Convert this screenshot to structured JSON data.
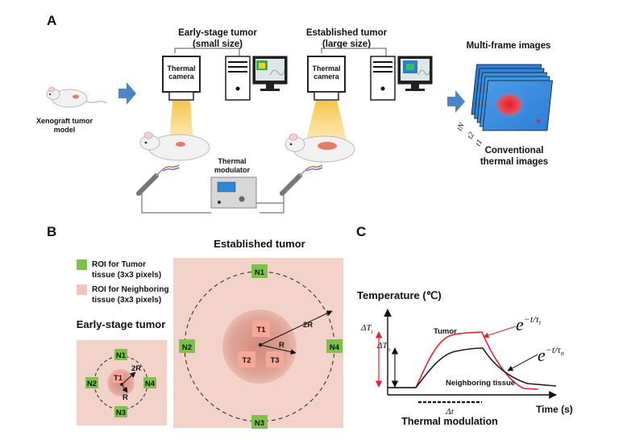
{
  "colors": {
    "arrow_blue": "#4a86c8",
    "roi_green": "#7cc24a",
    "roi_pink": "#f4a99a",
    "tissue_bg": "#f3d2c9",
    "tumor_red": "#e8343c",
    "neighbor_black": "#1a1a1a",
    "beam_yellow": "#f6c23e",
    "heat_red": "#e8202a",
    "tumor_core": "#d99a8c"
  },
  "panelA": {
    "label": "A",
    "mouse_label_1": "Xenograft tumor",
    "mouse_label_2": "model",
    "early_title_1": "Early-stage tumor",
    "early_title_2": "(small size)",
    "estab_title_1": "Established tumor",
    "estab_title_2": "(large size)",
    "camera_label_1": "Thermal",
    "camera_label_2": "camera",
    "modulator_label_1": "Thermal",
    "modulator_label_2": "modulator",
    "multi_frame": "Multi-frame images",
    "frame_labels": [
      "tN",
      "t2",
      "t1"
    ],
    "conv_1": "Conventional",
    "conv_2": "thermal images",
    "icons": [
      "mouse-icon",
      "arrow-right-icon",
      "thermal-camera-icon",
      "computer-tower-icon",
      "monitor-icon",
      "thermal-modulator-icon",
      "probe-icon",
      "image-stack-icon"
    ]
  },
  "panelB": {
    "label": "B",
    "legend": {
      "green_1": "ROI for Tumor",
      "green_2": "tissue (3x3 pixels)",
      "pink_1": "ROI for Neighboring",
      "pink_2": "tissue (3x3 pixels)"
    },
    "early_title": "Early-stage tumor",
    "estab_title": "Established tumor",
    "small": {
      "n_rois": [
        "N1",
        "N2",
        "N3",
        "N4"
      ],
      "t_roi": "T1",
      "r": "R",
      "r2": "2R"
    },
    "large": {
      "n_rois": [
        "N1",
        "N2",
        "N3",
        "N4"
      ],
      "t_rois": [
        "T1",
        "T2",
        "T3"
      ],
      "r": "R",
      "r2": "2R"
    }
  },
  "panelC": {
    "label": "C",
    "ylabel": "Temperature (℃)",
    "xlabel": "Time (s)",
    "modulation_label": "Thermal modulation",
    "dt_label": "Δt",
    "dTt_label": "ΔT",
    "dTt_sub": "t",
    "dTn_label": "ΔT",
    "dTn_sub": "n",
    "tumor_label": "Tumor",
    "neighbor_label": "Neighboring tissue",
    "eq_tumor_base": "e",
    "eq_tumor_exp": "−t/τ",
    "eq_tumor_sub": "t",
    "eq_neigh_base": "e",
    "eq_neigh_exp": "−t/τ",
    "eq_neigh_sub": "n"
  }
}
